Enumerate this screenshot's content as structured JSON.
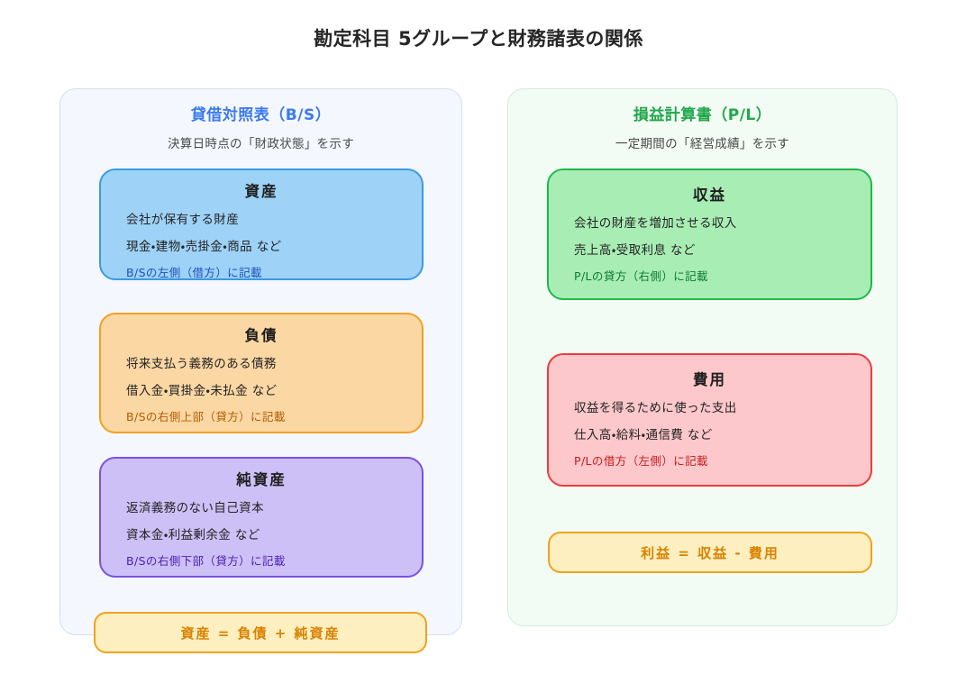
{
  "page": {
    "title": "勘定科目 5グループと財務諸表の関係"
  },
  "colors": {
    "assets_fill": "#9ed2f7",
    "assets_border": "#3d9ae0",
    "assets_note": "#1c4fbd",
    "liabilities_fill": "#fbd7a3",
    "liabilities_border": "#f2a023",
    "liabilities_note": "#b05c05",
    "networth_fill": "#cdc0f6",
    "networth_border": "#7a52e1",
    "networth_note": "#4b21b5",
    "revenue_fill": "#a8edb4",
    "revenue_border": "#1fb84b",
    "revenue_note": "#0c7a34",
    "expenses_fill": "#fcc8cb",
    "expenses_border": "#ef3b3b",
    "expenses_note": "#c81b1b",
    "formula_fill": "#fdefc0",
    "formula_border": "#f0a31d",
    "formula_text": "#d98200",
    "bs_panel_title": "#3b7af0",
    "pl_panel_title": "#21a84b"
  },
  "balance_sheet": {
    "title": "貸借対照表（B/S）",
    "subtitle": "決算日時点の「財政状態」を示す",
    "cards": [
      {
        "name": "assets",
        "title": "資産",
        "description": "会社が保有する財産",
        "examples": "現金・建物・売掛金・商品 など",
        "note": "B/Sの左側（借方）に記載"
      },
      {
        "name": "liabilities",
        "title": "負債",
        "description": "将来支払う義務のある債務",
        "examples": "借入金・買掛金・未払金 など",
        "note": "B/Sの右側上部（貸方）に記載"
      },
      {
        "name": "net_assets",
        "title": "純資産",
        "description": "返済義務のない自己資本",
        "examples": "資本金・利益剰余金 など",
        "note": "B/Sの右側下部（貸方）に記載"
      }
    ],
    "formula": "資産 = 負債 + 純資産"
  },
  "profit_loss": {
    "title": "損益計算書（P/L）",
    "subtitle": "一定期間の「経営成績」を示す",
    "cards": [
      {
        "name": "revenue",
        "title": "収益",
        "description": "会社の財産を増加させる収入",
        "examples": "売上高・受取利息 など",
        "note": "P/Lの貸方（右側）に記載"
      },
      {
        "name": "expenses",
        "title": "費用",
        "description": "収益を得るために使った支出",
        "examples": "仕入高・給料・通信費 など",
        "note": "P/Lの借方（左側）に記載"
      }
    ],
    "formula": "利益 = 収益 - 費用"
  }
}
